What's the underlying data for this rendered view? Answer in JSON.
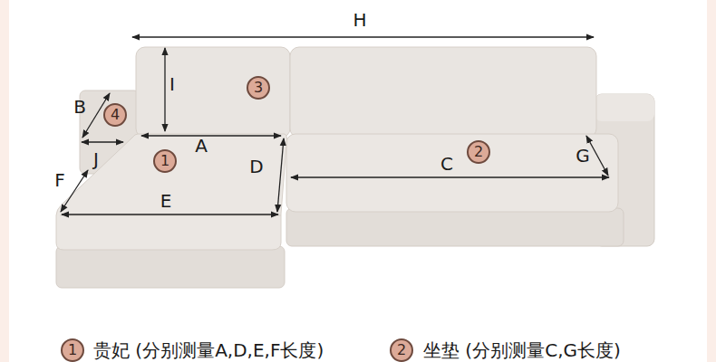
{
  "diagram": {
    "nodes": [
      {
        "text": [
          "3"
        ]
      },
      {
        "text": [
          "4"
        ]
      },
      {
        "text": [
          "2"
        ]
      },
      {
        "text": [
          "1"
        ]
      },
      {
        "text": [
          "1"
        ]
      },
      {
        "text": [
          "2"
        ]
      }
    ],
    "labels": [
      "H",
      "I",
      "B",
      "J",
      "A",
      "F",
      "D",
      "E",
      "C",
      "G",
      "贵妃 (分别测量A,D,E,F长度)",
      "坐垫 (分别测量C,G长度)"
    ]
  }
}
